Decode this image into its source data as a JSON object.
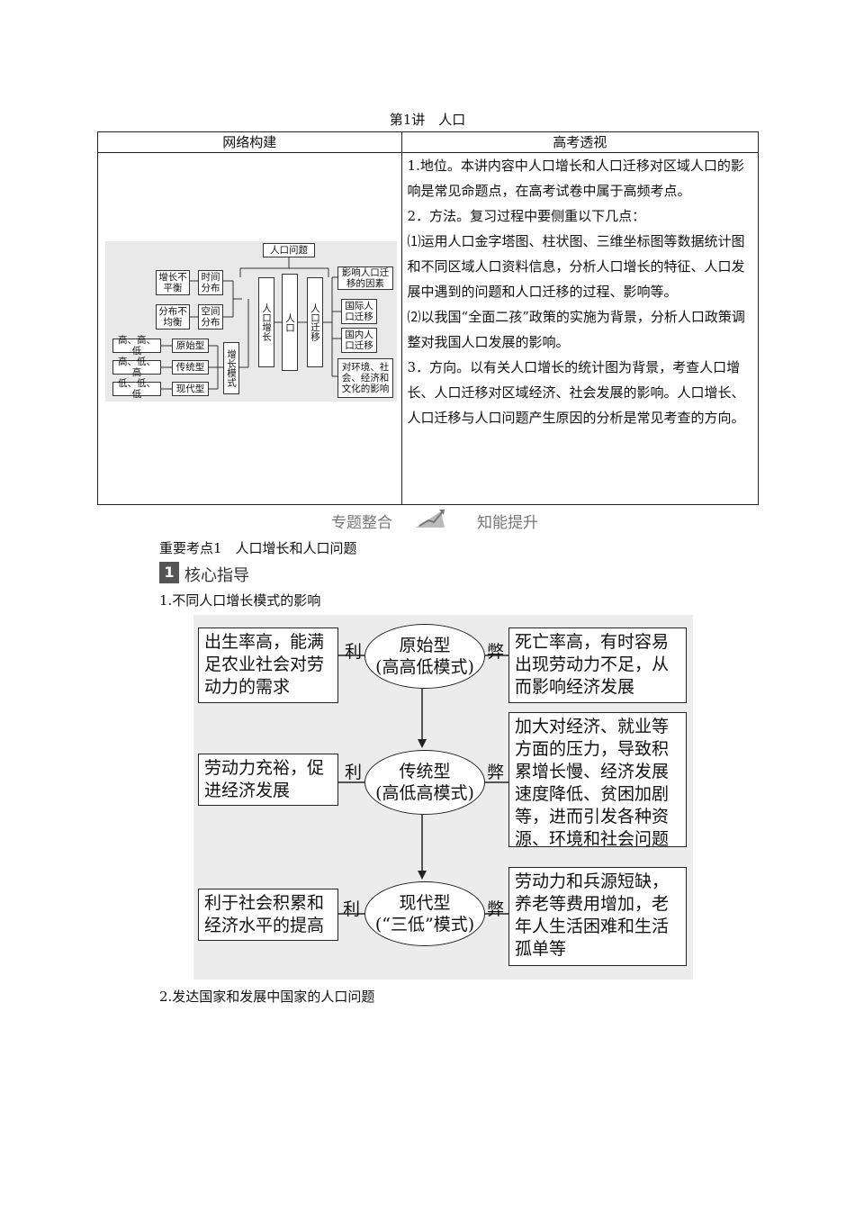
{
  "doc_title": "第1讲　人口",
  "table": {
    "col1_header": "网络构建",
    "col2_header": "高考透视",
    "right_paragraphs": [
      "1.地位。本讲内容中人口增长和人口迁移对区域人口的影响是常见命题点，在高考试卷中属于高频考点。",
      "2．方法。复习过程中要侧重以下几点：",
      "⑴运用人口金字塔图、柱状图、三维坐标图等数据统计图和不同区域人口资料信息，分析人口增长的特征、人口发展中遇到的问题和人口迁移的过程、影响等。",
      "⑵以我国“全面二孩”政策的实施为背景，分析人口政策调整对我国人口发展的影响。",
      "3．方向。以有关人口增长的统计图为背景，考查人口增长、人口迁移对区域经济、社会发展的影响。人口增长、人口迁移与人口问题产生原因的分析是常见考查的方向。"
    ]
  },
  "mindmap": {
    "top": "人口问题",
    "imbalance": "增长不平衡",
    "time_dist": "时间分布",
    "uneven": "分布不均衡",
    "space_dist": "空间分布",
    "mode1_rates": "高、高、低",
    "mode1": "原始型",
    "mode2_rates": "高、低、高",
    "mode2": "传统型",
    "mode3_rates": "低、低、低",
    "mode3": "现代型",
    "growth_mode": "增长模式",
    "pop_growth": "人口增长",
    "pop": "人口",
    "pop_migration": "人口迁移",
    "factors": "影响人口迁移的因素",
    "intl": "国际人口迁移",
    "domestic": "国内人口迁移",
    "impact": "对环境、社会、经济和文化的影响"
  },
  "banner": {
    "left": "专题整合",
    "right": "知能提升"
  },
  "section": "重要考点1　人口增长和人口问题",
  "core": {
    "number": "1",
    "label": "核心指导"
  },
  "sub1": "1.不同人口增长模式的影响",
  "flow": {
    "li": "利",
    "bi": "弊",
    "rows": [
      {
        "type": "原始型",
        "mode": "(高高低模式)",
        "adv": "出生率高，能满足农业社会对劳动力的需求",
        "dis": "死亡率高，有时容易出现劳动力不足，从而影响经济发展"
      },
      {
        "type": "传统型",
        "mode": "(高低高模式)",
        "adv": "劳动力充裕，促进经济发展",
        "dis": "加大对经济、就业等方面的压力，导致积累增长慢、经济发展速度降低、贫困加剧等，进而引发各种资源、环境和社会问题"
      },
      {
        "type": "现代型",
        "mode": "(“三低”模式)",
        "adv": "利于社会积累和经济水平的提高",
        "dis": "劳动力和兵源短缺，养老等费用增加，老年人生活困难和生活孤单等"
      }
    ]
  },
  "sub2": "2.发达国家和发展中国家的人口问题"
}
